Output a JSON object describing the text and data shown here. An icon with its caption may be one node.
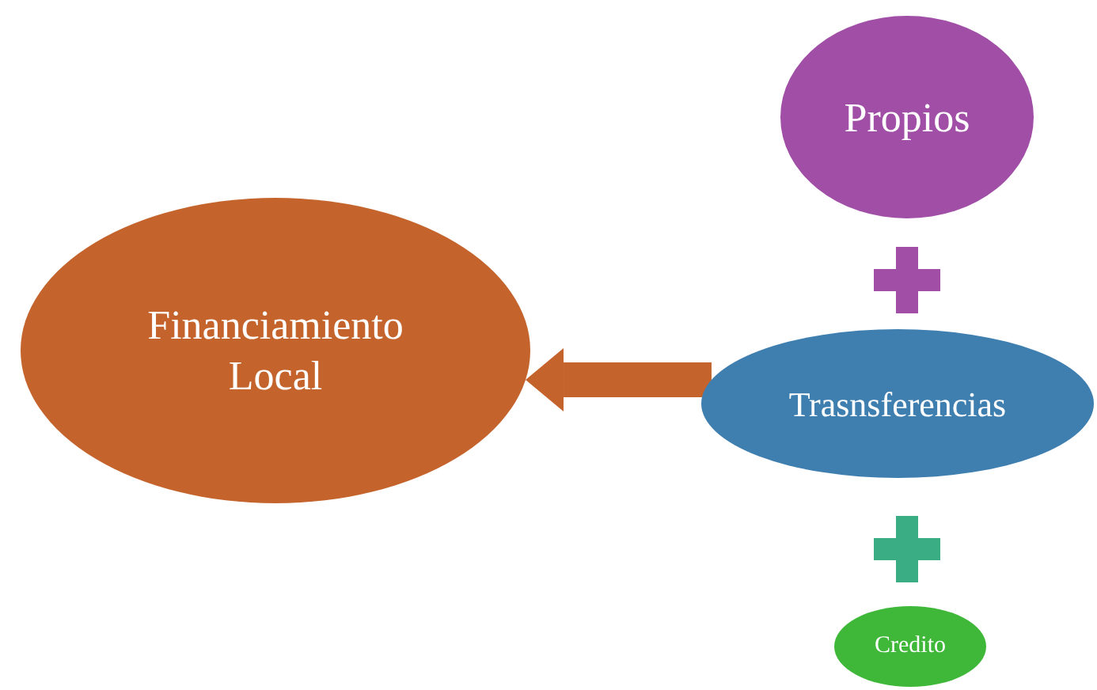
{
  "diagram": {
    "nodes": [
      {
        "text": [
          "Financiamiento Local"
        ]
      },
      {
        "text": [
          "Propios"
        ]
      },
      {
        "text": [
          "Trasnsferencias"
        ]
      },
      {
        "text": [
          "Credito"
        ]
      }
    ],
    "edges": [
      {
        "from": 2,
        "to": 0,
        "arrow": "to"
      }
    ]
  }
}
